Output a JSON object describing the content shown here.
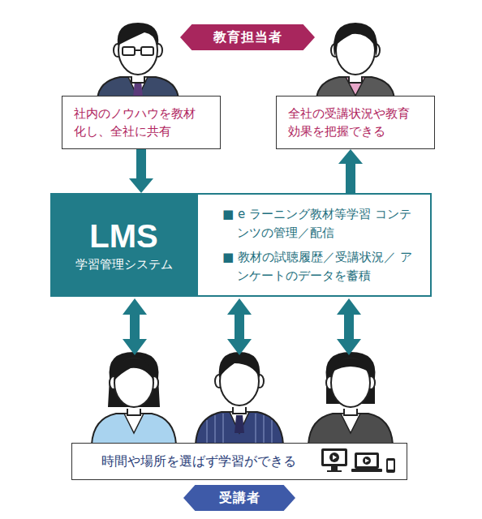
{
  "diagram": {
    "nodes": [
      {
        "text": [
          "教育担当者"
        ]
      },
      {
        "text": [
          "社内のノウハウを教材 化し、全社に共有"
        ]
      },
      {
        "text": [
          "全社の受講状況や教育 効果を把握できる"
        ]
      },
      {
        "text": [
          "LMS",
          "学習管理システム"
        ]
      },
      {
        "text": [
          "■ e ラーニング教材等学習 コンテンツの管理／配信",
          "■ 教材の試聴履歴／受講状況／ アンケートのデータを蓄積"
        ]
      },
      {
        "text": [
          "時間や場所を選ばず学習ができる"
        ]
      },
      {
        "text": [
          "受講者"
        ]
      }
    ],
    "edges": [
      {
        "from": 1,
        "to": 3,
        "arrow": "to"
      },
      {
        "from": 4,
        "to": 2,
        "arrow": "to"
      }
    ]
  }
}
